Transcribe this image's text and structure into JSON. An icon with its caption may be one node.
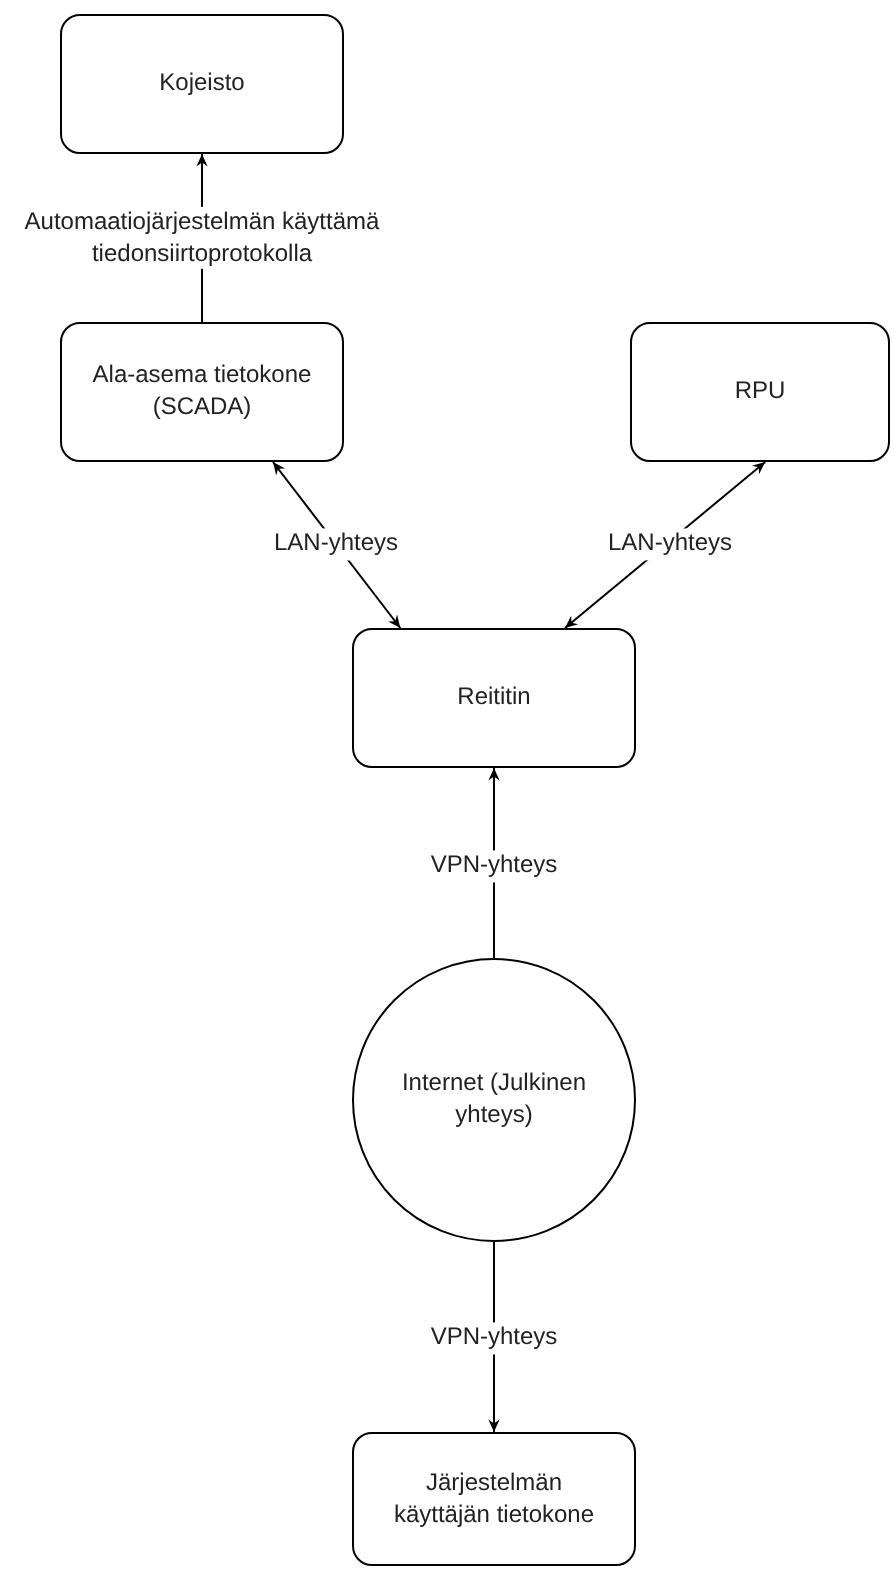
{
  "diagram": {
    "nodes": [
      {
        "text": [
          "Kojeisto"
        ]
      },
      {
        "text": [
          "Ala-asema tietokone (SCADA)"
        ]
      },
      {
        "text": [
          "RPU"
        ]
      },
      {
        "text": [
          "Reititin"
        ]
      },
      {
        "text": [
          "Internet (Julkinen yhteys)"
        ]
      },
      {
        "text": [
          "Järjestelmän käyttäjän tietokone"
        ]
      }
    ],
    "edges": [
      {
        "from": 1,
        "to": 0,
        "arrow": "both",
        "label": "Automaatiojärjestelmän käyttämä tiedonsiirtoprotokolla"
      },
      {
        "from": 3,
        "to": 1,
        "arrow": "both",
        "label": "LAN-yhteys"
      },
      {
        "from": 3,
        "to": 2,
        "arrow": "both",
        "label": "LAN-yhteys"
      },
      {
        "from": 4,
        "to": 3,
        "arrow": "to",
        "label": "VPN-yhteys"
      },
      {
        "from": 4,
        "to": 5,
        "arrow": "to",
        "label": "VPN-yhteys"
      }
    ]
  }
}
